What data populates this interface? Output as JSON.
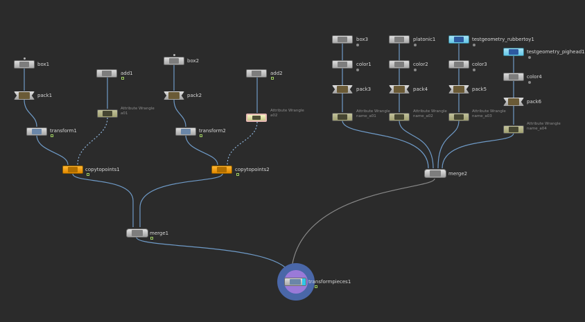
{
  "network": {
    "nodes": {
      "box1": {
        "label": "box1"
      },
      "pack1": {
        "label": "pack1"
      },
      "transform1": {
        "label": "transform1"
      },
      "add1": {
        "label": "add1"
      },
      "attribwrangle_a01": {
        "type_label": "Attribute Wrangle",
        "label": "a01"
      },
      "copytopoints1": {
        "label": "copytopoints1"
      },
      "box2": {
        "label": "box2"
      },
      "pack2": {
        "label": "pack2"
      },
      "transform2": {
        "label": "transform2"
      },
      "add2": {
        "label": "add2"
      },
      "attribwrangle_a02": {
        "type_label": "Attribute Wrangle",
        "label": "a02"
      },
      "copytopoints2": {
        "label": "copytopoints2"
      },
      "merge1": {
        "label": "merge1"
      },
      "box3": {
        "label": "box3"
      },
      "color1": {
        "label": "color1"
      },
      "pack3": {
        "label": "pack3"
      },
      "name_a01": {
        "type_label": "Attribute Wrangle",
        "label": "name_a01"
      },
      "platonic1": {
        "label": "platonic1"
      },
      "color2": {
        "label": "color2"
      },
      "pack4": {
        "label": "pack4"
      },
      "name_a02": {
        "type_label": "Attribute Wrangle",
        "label": "name_a02"
      },
      "testgeometry_rubbertoy1": {
        "label": "testgeometry_rubbertoy1"
      },
      "color3": {
        "label": "color3"
      },
      "pack5": {
        "label": "pack5"
      },
      "name_a03": {
        "type_label": "Attribute Wrangle",
        "label": "name_a03"
      },
      "testgeometry_pighead1": {
        "label": "testgeometry_pighead1"
      },
      "color4": {
        "label": "color4"
      },
      "pack6": {
        "label": "pack6"
      },
      "name_a04": {
        "type_label": "Attribute Wrangle",
        "label": "name_a04"
      },
      "merge2": {
        "label": "merge2"
      },
      "transformpieces1": {
        "label": "transformpieces1"
      }
    },
    "colors": {
      "background": "#2b2b2b",
      "wire": "#6f9bc8",
      "copy_node": "#f5a31a",
      "wrangle_node": "#e8e8b0",
      "test_node": "#8fd6f0",
      "selected_ring": "#4a67a8",
      "selected_disc": "#9a7ad8",
      "display_flag": "#a0d060"
    }
  }
}
